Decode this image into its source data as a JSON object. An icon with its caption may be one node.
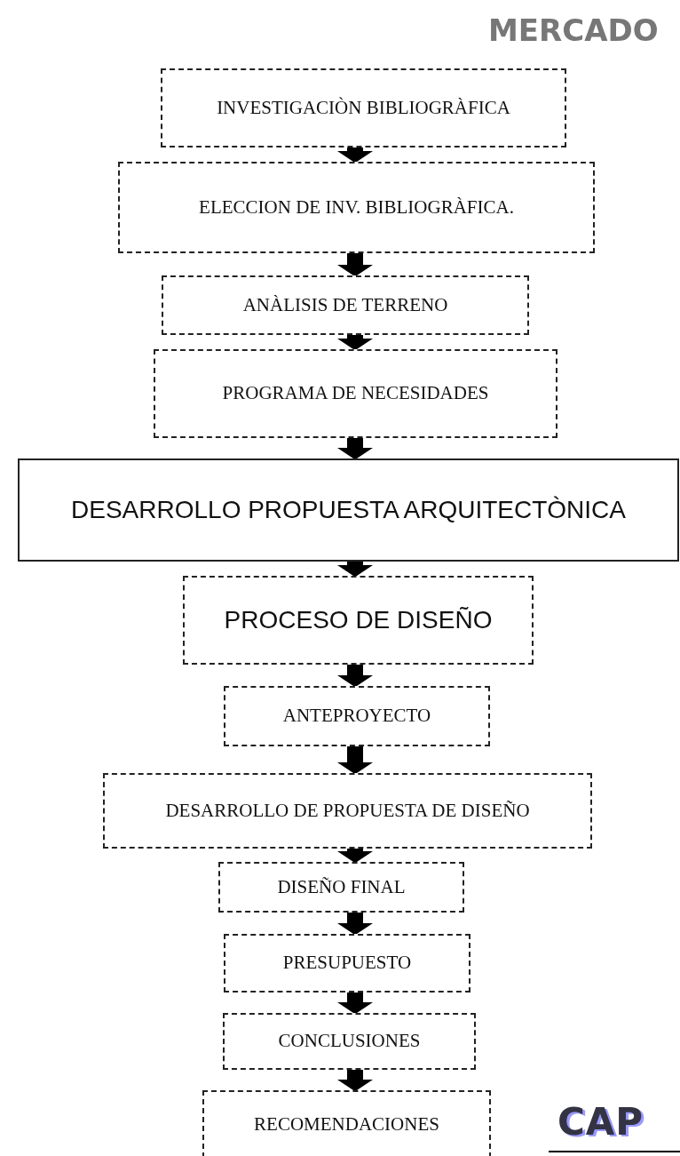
{
  "diagram": {
    "nodes": [
      {
        "text": [
          "INVESTIGACIÒN BIBLIOGRÀFICA"
        ]
      },
      {
        "text": [
          "ELECCION DE INV. BIBLIOGRÀFICA."
        ]
      },
      {
        "text": [
          "ANÀLISIS DE TERRENO"
        ]
      },
      {
        "text": [
          "PROGRAMA DE NECESIDADES"
        ]
      },
      {
        "text": [
          "DESARROLLO PROPUESTA ARQUITECTÒNICA"
        ]
      },
      {
        "text": [
          "PROCESO DE DISEÑO"
        ]
      },
      {
        "text": [
          "ANTEPROYECTO"
        ]
      },
      {
        "text": [
          "DESARROLLO DE PROPUESTA DE DISEÑO"
        ]
      },
      {
        "text": [
          "DISEÑO FINAL"
        ]
      },
      {
        "text": [
          "PRESUPUESTO"
        ]
      },
      {
        "text": [
          "CONCLUSIONES"
        ]
      },
      {
        "text": [
          "RECOMENDACIONES"
        ]
      }
    ],
    "edges": [
      {
        "from": 0,
        "to": 1,
        "arrow": "to"
      },
      {
        "from": 1,
        "to": 2,
        "arrow": "to"
      },
      {
        "from": 2,
        "to": 3,
        "arrow": "to"
      },
      {
        "from": 3,
        "to": 4,
        "arrow": "to"
      },
      {
        "from": 4,
        "to": 5,
        "arrow": "to"
      },
      {
        "from": 5,
        "to": 6,
        "arrow": "to"
      },
      {
        "from": 6,
        "to": 7,
        "arrow": "to"
      },
      {
        "from": 7,
        "to": 8,
        "arrow": "to"
      },
      {
        "from": 8,
        "to": 9,
        "arrow": "to"
      },
      {
        "from": 9,
        "to": 10,
        "arrow": "to"
      },
      {
        "from": 10,
        "to": 11,
        "arrow": "to"
      }
    ],
    "labels": [
      "MERCADO",
      "CAP"
    ]
  }
}
